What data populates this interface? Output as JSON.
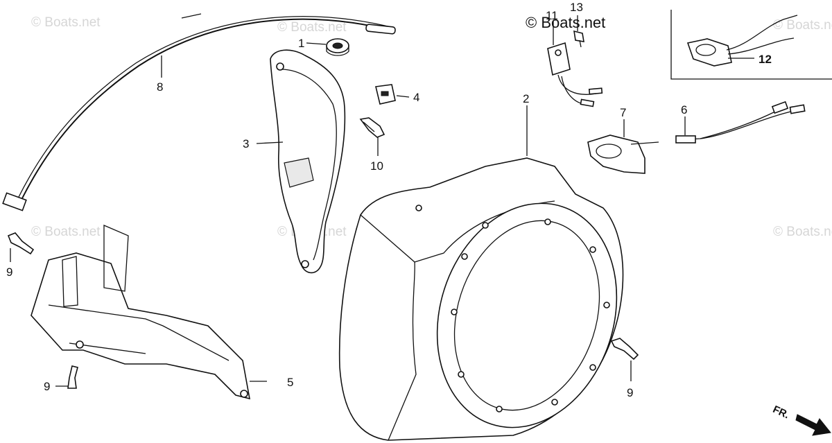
{
  "diagram": {
    "brand_watermark": "© Boats.net",
    "faint_watermark": "© Boats.net",
    "direction_label": "FR.",
    "part_labels": {
      "p1": "1",
      "p2": "2",
      "p3": "3",
      "p4": "4",
      "p5": "5",
      "p6": "6",
      "p7": "7",
      "p8": "8",
      "p9a": "9",
      "p9b": "9",
      "p9c": "9",
      "p10": "10",
      "p11": "11",
      "p12": "12",
      "p13": "13"
    }
  }
}
